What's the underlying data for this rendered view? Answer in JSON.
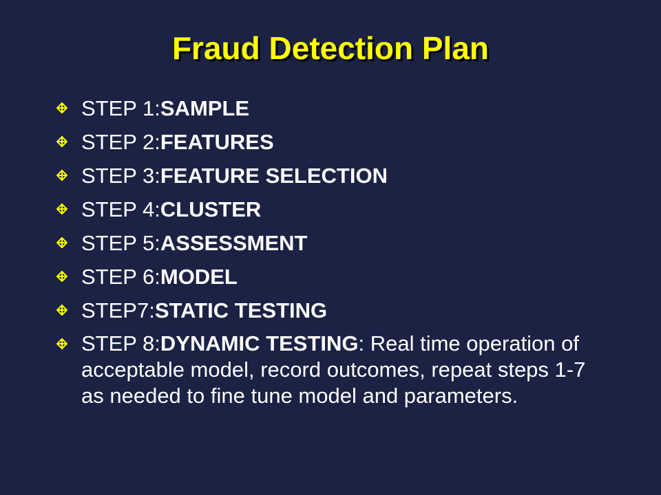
{
  "slide": {
    "title": "Fraud Detection Plan",
    "colors": {
      "background": "#1b2244",
      "title": "#ffff00",
      "text": "#ffffff",
      "bullet_marker": "#ffff00"
    },
    "bullet_icon": "diamond-crosshair-icon",
    "steps": [
      {
        "prefix": "STEP 1:",
        "label": "SAMPLE",
        "rest": ""
      },
      {
        "prefix": "STEP 2:",
        "label": "FEATURES",
        "rest": ""
      },
      {
        "prefix": "STEP 3:",
        "label": "FEATURE SELECTION",
        "rest": ""
      },
      {
        "prefix": "STEP 4:",
        "label": "CLUSTER",
        "rest": ""
      },
      {
        "prefix": "STEP 5:",
        "label": "ASSESSMENT",
        "rest": ""
      },
      {
        "prefix": "STEP 6:",
        "label": "MODEL",
        "rest": ""
      },
      {
        "prefix": "STEP7:",
        "label": "STATIC TESTING",
        "rest": ""
      },
      {
        "prefix": "STEP 8:",
        "label": "DYNAMIC TESTING",
        "rest": ": Real time operation of acceptable model, record outcomes, repeat steps 1-7 as needed to fine tune model and parameters."
      }
    ]
  }
}
